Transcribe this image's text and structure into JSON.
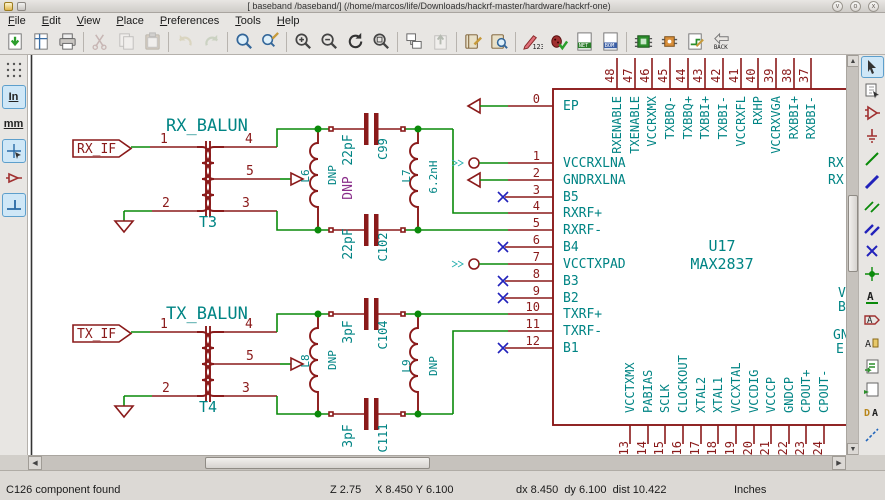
{
  "window": {
    "title": "[ baseband /baseband/] (/home/marcos/life/Downloads/hackrf-master/hardware/hackrf-one)",
    "shade_glyph": "v",
    "max_glyph": "o",
    "close_glyph": "x"
  },
  "menu": {
    "items": [
      "File",
      "Edit",
      "View",
      "Place",
      "Preferences",
      "Tools",
      "Help"
    ]
  },
  "toolbar": {
    "net_text": "NET",
    "bom_text": "BOM",
    "back_text": "BACK",
    "annotate_text": "123"
  },
  "left_toolbar": {
    "inches": "In",
    "millimeters": "mm"
  },
  "schematic": {
    "rx": {
      "title": "RX_BALUN",
      "transformer_ref": "T3",
      "port": "RX_IF",
      "pin1": "1",
      "pin2": "2",
      "pin3": "3",
      "pin4": "4",
      "pin5": "5",
      "l_left_ref": "L6",
      "l_left_value": "DNP",
      "c_top_flag": "DNP",
      "c_top_value": "22pF",
      "c_top_ref": "C99",
      "l_right_ref": "L7",
      "l_right_value": "6.2nH",
      "c_bottom_value": "22pF",
      "c_bottom_ref": "C102"
    },
    "tx": {
      "title": "TX_BALUN",
      "transformer_ref": "T4",
      "port": "TX_IF",
      "pin1": "1",
      "pin2": "2",
      "pin3": "3",
      "pin4": "4",
      "pin5": "5",
      "l_left_ref": "L8",
      "l_left_value": "DNP",
      "c_top_value": "3pF",
      "c_top_ref": "C104",
      "l_right_ref": "L9",
      "l_right_value": "DNP",
      "c_bottom_value": "3pF",
      "c_bottom_ref": "C111"
    },
    "chip": {
      "ref": "U17",
      "part": "MAX2837",
      "left_pins": [
        {
          "num": "0",
          "name": "EP"
        },
        {
          "num": "1",
          "name": "VCCRXLNA"
        },
        {
          "num": "2",
          "name": "GNDRXLNA"
        },
        {
          "num": "3",
          "name": "B5"
        },
        {
          "num": "4",
          "name": "RXRF+"
        },
        {
          "num": "5",
          "name": "RXRF-"
        },
        {
          "num": "6",
          "name": "B4"
        },
        {
          "num": "7",
          "name": "VCCTXPAD"
        },
        {
          "num": "8",
          "name": "B3"
        },
        {
          "num": "9",
          "name": "B2"
        },
        {
          "num": "10",
          "name": "TXRF+"
        },
        {
          "num": "11",
          "name": "TXRF-"
        },
        {
          "num": "12",
          "name": "B1"
        }
      ],
      "top_pins": [
        {
          "num": "48",
          "name": "RXENABLE"
        },
        {
          "num": "47",
          "name": "TXENABLE"
        },
        {
          "num": "46",
          "name": "VCCRXMX"
        },
        {
          "num": "45",
          "name": "TXBBQ-"
        },
        {
          "num": "44",
          "name": "TXBBQ+"
        },
        {
          "num": "43",
          "name": "TXBBI+"
        },
        {
          "num": "42",
          "name": "TXBBI-"
        },
        {
          "num": "41",
          "name": "VCCRXFL"
        },
        {
          "num": "40",
          "name": "RXHP"
        },
        {
          "num": "39",
          "name": "VCCRXVGA"
        },
        {
          "num": "38",
          "name": "RXBBI+"
        },
        {
          "num": "37",
          "name": "RXBBI-"
        }
      ],
      "bottom_pins": [
        {
          "num": "13",
          "name": "VCCTXMX"
        },
        {
          "num": "14",
          "name": "PABIAS"
        },
        {
          "num": "15",
          "name": "SCLK"
        },
        {
          "num": "16",
          "name": "CLOCKOUT"
        },
        {
          "num": "17",
          "name": "XTAL2"
        },
        {
          "num": "18",
          "name": "XTAL1"
        },
        {
          "num": "19",
          "name": "VCCXTAL"
        },
        {
          "num": "20",
          "name": "VCCDIG"
        },
        {
          "num": "21",
          "name": "VCCCP"
        },
        {
          "num": "22",
          "name": "GNDCP"
        },
        {
          "num": "23",
          "name": "CPOUT+"
        },
        {
          "num": "24",
          "name": "CPOUT-"
        }
      ],
      "right_partials": [
        {
          "t": "RX"
        },
        {
          "t": "RX"
        },
        {
          "t": "V"
        },
        {
          "t": "B"
        },
        {
          "t": "GN"
        },
        {
          "t": "E"
        }
      ]
    }
  },
  "status_bar": {
    "message": "C126 component found",
    "zoom": "Z 2.75",
    "position": "X 8.450 Y 6.100",
    "delta": "dx 8.450  dy 6.100  dist 10.422",
    "units": "Inches"
  },
  "colors": {
    "wire": "#0a8a0a",
    "pin": "#8a1a1a",
    "label": "#008484",
    "dnp": "#8b2f8b",
    "noconnect": "#2222bb"
  }
}
